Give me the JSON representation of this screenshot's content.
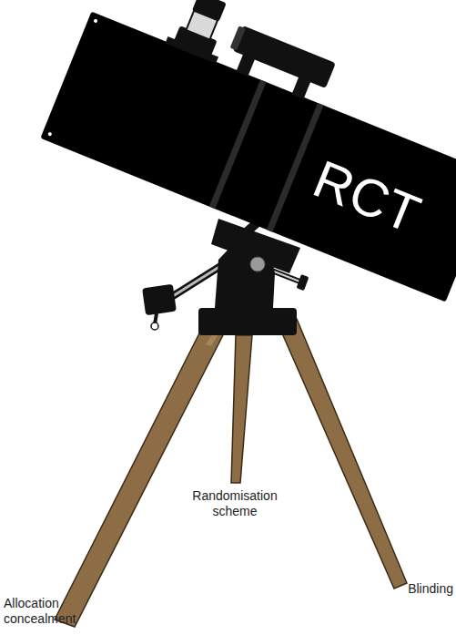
{
  "diagram": {
    "nodes": [
      {
        "text": [
          "RCT"
        ]
      }
    ],
    "labels": [
      "Allocation concealment",
      "Randomisation scheme",
      "Blinding"
    ]
  }
}
